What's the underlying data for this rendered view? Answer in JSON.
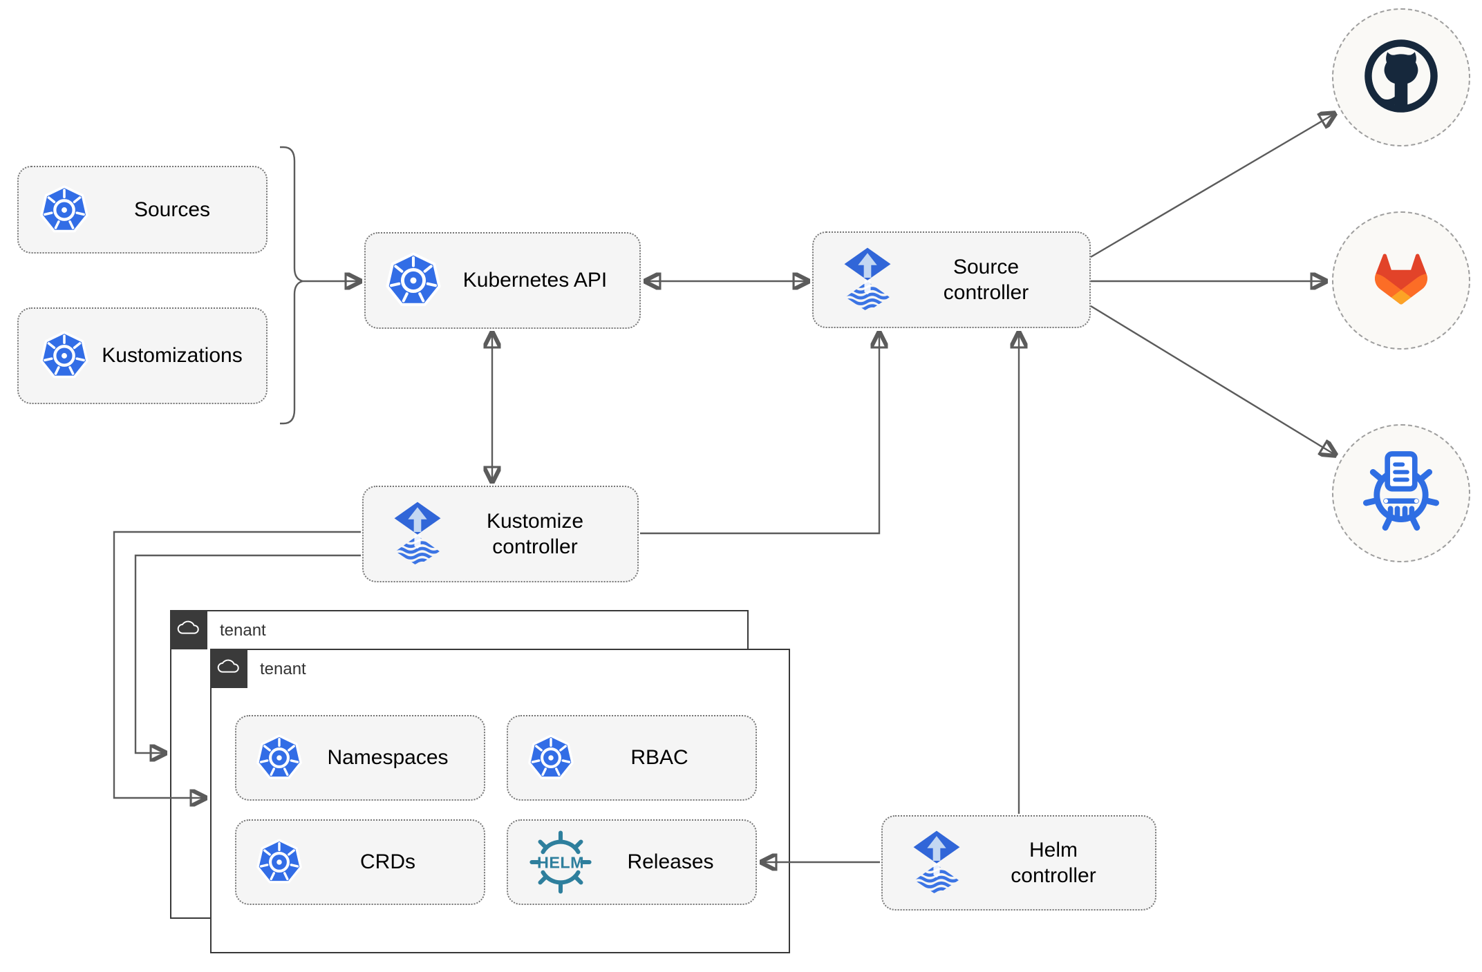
{
  "nodes": {
    "sources": {
      "label": "Sources",
      "icon": "kubernetes-icon"
    },
    "kustomizations": {
      "label": "Kustomizations",
      "icon": "kubernetes-icon"
    },
    "kubernetes_api": {
      "label": "Kubernetes API",
      "icon": "kubernetes-icon"
    },
    "source_controller": {
      "label": "Source\ncontroller",
      "icon": "flux-icon"
    },
    "kustomize_controller": {
      "label": "Kustomize\ncontroller",
      "icon": "flux-icon"
    },
    "helm_controller": {
      "label": "Helm\ncontroller",
      "icon": "flux-icon"
    },
    "namespaces": {
      "label": "Namespaces",
      "icon": "kubernetes-icon"
    },
    "rbac": {
      "label": "RBAC",
      "icon": "kubernetes-icon"
    },
    "crds": {
      "label": "CRDs",
      "icon": "kubernetes-icon"
    },
    "releases": {
      "label": "Releases",
      "icon": "helm-icon",
      "icon_text": "HELM"
    }
  },
  "tenants": {
    "back": {
      "label": "tenant",
      "icon": "cloud-icon"
    },
    "front": {
      "label": "tenant",
      "icon": "cloud-icon"
    }
  },
  "providers": {
    "github": {
      "icon": "github-icon"
    },
    "gitlab": {
      "icon": "gitlab-icon"
    },
    "chartmuseum": {
      "icon": "chartmuseum-icon"
    }
  },
  "colors": {
    "kubernetes_blue": "#326DE6",
    "flux_blue": "#3166D8",
    "flux_stripe_blue": "#3B74E4",
    "flux_arrow_light": "#C3D7F2",
    "helm_teal": "#2E7F9D",
    "chartmuseum_blue": "#2F6EE3",
    "github_dark": "#16283C",
    "gitlab_red": "#E24329",
    "gitlab_orange": "#FC6D26",
    "gitlab_yellow": "#FCA326",
    "node_background": "#F5F5F5",
    "node_border": "#757575",
    "connector_gray": "#5B5B5B",
    "tenant_border": "#383838",
    "tenant_header_background": "#3A3A3A",
    "provider_circle_background": "#FAF9F6",
    "canvas_background": "#FFFFFF"
  }
}
